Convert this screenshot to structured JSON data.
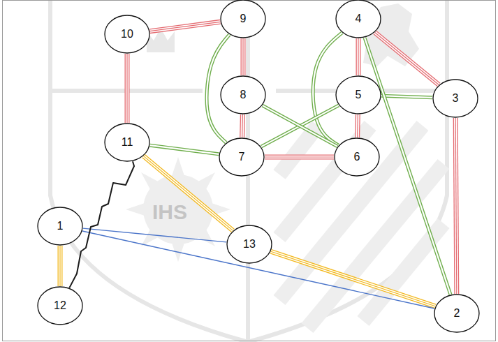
{
  "diagram": {
    "nodes": [
      {
        "text": [
          "10"
        ]
      },
      {
        "text": [
          "9"
        ]
      },
      {
        "text": [
          "4"
        ]
      },
      {
        "text": [
          "8"
        ]
      },
      {
        "text": [
          "5"
        ]
      },
      {
        "text": [
          "3"
        ]
      },
      {
        "text": [
          "11"
        ]
      },
      {
        "text": [
          "7"
        ]
      },
      {
        "text": [
          "6"
        ]
      },
      {
        "text": [
          "1"
        ]
      },
      {
        "text": [
          "13"
        ]
      },
      {
        "text": [
          "12"
        ]
      },
      {
        "text": [
          "2"
        ]
      }
    ],
    "edges": [
      {
        "from": 0,
        "to": 1,
        "arrow": "none"
      },
      {
        "from": 1,
        "to": 3,
        "arrow": "none"
      },
      {
        "from": 3,
        "to": 7,
        "arrow": "none"
      },
      {
        "from": 0,
        "to": 6,
        "arrow": "none"
      },
      {
        "from": 7,
        "to": 8,
        "arrow": "none"
      },
      {
        "from": 8,
        "to": 4,
        "arrow": "none"
      },
      {
        "from": 4,
        "to": 2,
        "arrow": "none"
      },
      {
        "from": 2,
        "to": 5,
        "arrow": "none"
      },
      {
        "from": 5,
        "to": 12,
        "arrow": "none"
      },
      {
        "from": 1,
        "to": 7,
        "arrow": "none"
      },
      {
        "from": 2,
        "to": 8,
        "arrow": "none"
      },
      {
        "from": 6,
        "to": 7,
        "arrow": "none"
      },
      {
        "from": 7,
        "to": 4,
        "arrow": "none"
      },
      {
        "from": 3,
        "to": 8,
        "arrow": "none"
      },
      {
        "from": 4,
        "to": 5,
        "arrow": "none"
      },
      {
        "from": 2,
        "to": 12,
        "arrow": "none"
      },
      {
        "from": 6,
        "to": 10,
        "arrow": "none"
      },
      {
        "from": 10,
        "to": 12,
        "arrow": "none"
      },
      {
        "from": 9,
        "to": 11,
        "arrow": "none"
      },
      {
        "from": 9,
        "to": 10,
        "arrow": "none"
      },
      {
        "from": 9,
        "to": 12,
        "arrow": "none"
      },
      {
        "from": 6,
        "to": 11,
        "arrow": "none"
      }
    ],
    "labels": [
      "IHS"
    ]
  }
}
